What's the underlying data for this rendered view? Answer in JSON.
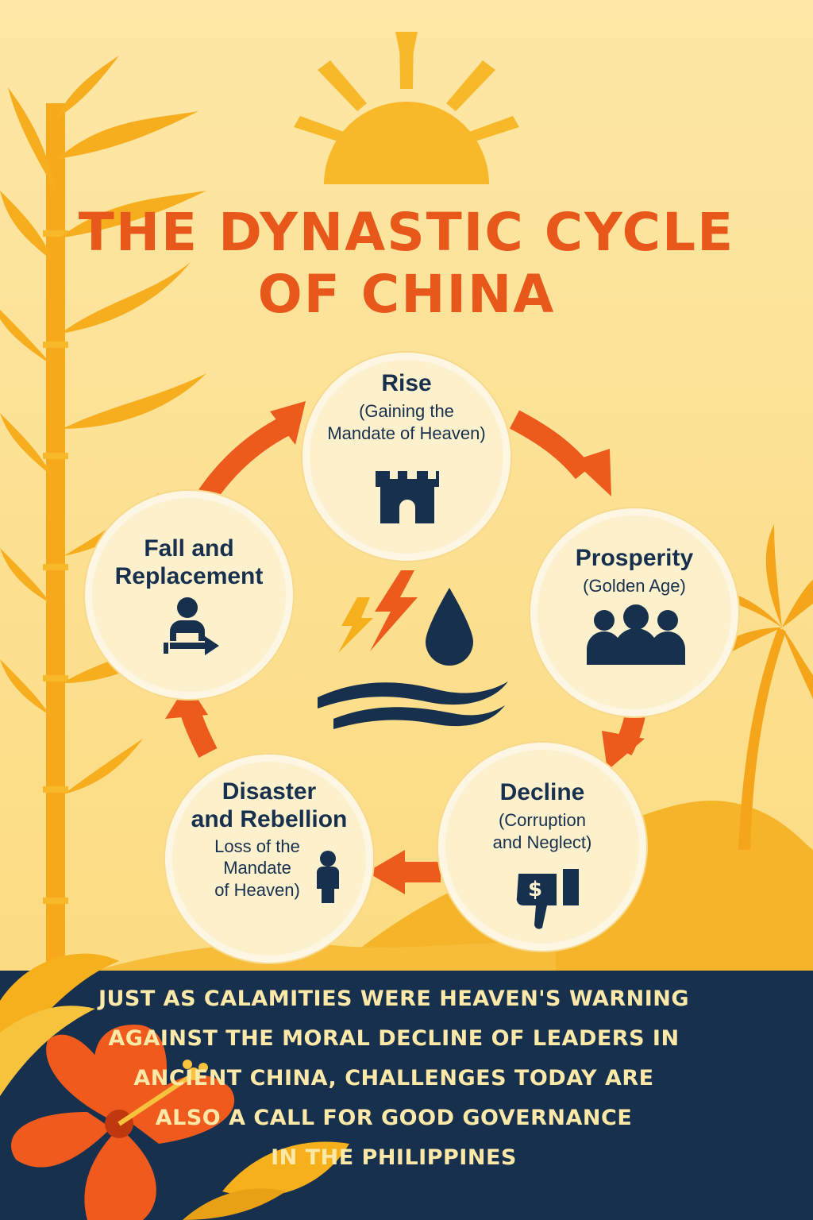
{
  "title": {
    "line1": "THE DYNASTIC CYCLE",
    "line2": "OF CHINA"
  },
  "cycle": {
    "rise": {
      "name": "Rise",
      "sub_line1": "(Gaining the",
      "sub_line2": "Mandate of Heaven)",
      "icon": "castle-icon"
    },
    "prosperity": {
      "name": "Prosperity",
      "sub": "(Golden Age)",
      "icon": "people-group-icon"
    },
    "decline": {
      "name": "Decline",
      "sub_line1": "(Corruption",
      "sub_line2": "and Neglect)",
      "icon": "money-thumbs-down-icon"
    },
    "disaster": {
      "name_line1": "Disaster",
      "name_line2": "and Rebellion",
      "sub_line1": "Loss of the",
      "sub_line2": "Mandate",
      "sub_line3": "of Heaven)",
      "icon": "person-icon"
    },
    "fall": {
      "name_line1": "Fall and",
      "name_line2": "Replacement",
      "icon": "person-arrow-icon"
    },
    "center_icons": [
      "lightning-icon",
      "water-drop-icon",
      "waves-icon"
    ]
  },
  "message": {
    "line1": "JUST AS CALAMITIES WERE HEAVEN'S WARNING",
    "line2": "AGAINST THE MORAL DECLINE OF LEADERS IN",
    "line3": "ANCIENT CHINA, CHALLENGES TODAY ARE",
    "line4": "ALSO A CALL FOR GOOD GOVERNANCE",
    "line5": "IN THE PHILIPPINES"
  },
  "colors": {
    "background": "#fde9a8",
    "accent_orange": "#e8581b",
    "navy": "#17304d",
    "gold": "#f5b01b",
    "banner_text": "#fce9a8"
  }
}
